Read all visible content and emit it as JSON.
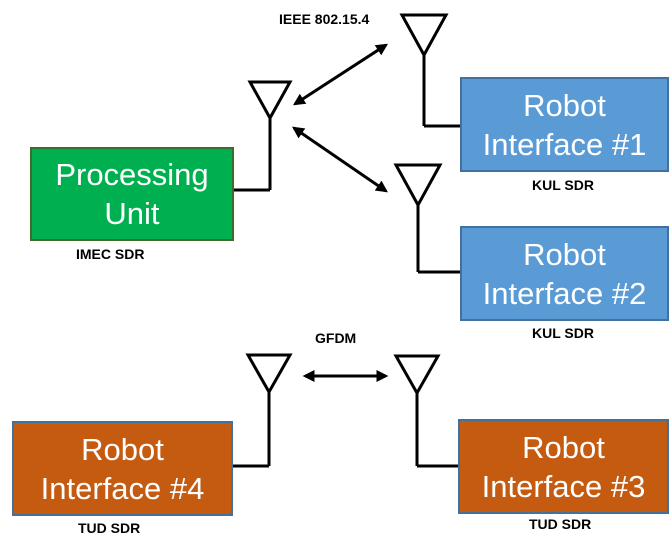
{
  "nodes": {
    "processing_unit": {
      "line1": "Processing",
      "line2": "Unit",
      "sdr": "IMEC SDR",
      "color": "#00b050"
    },
    "robot1": {
      "line1": "Robot",
      "line2": "Interface #1",
      "sdr": "KUL SDR",
      "color": "#5b9bd5"
    },
    "robot2": {
      "line1": "Robot",
      "line2": "Interface #2",
      "sdr": "KUL SDR",
      "color": "#5b9bd5"
    },
    "robot3": {
      "line1": "Robot",
      "line2": "Interface #3",
      "sdr": "TUD SDR",
      "color": "#c55a11"
    },
    "robot4": {
      "line1": "Robot",
      "line2": "Interface #4",
      "sdr": "TUD SDR",
      "color": "#c55a11"
    }
  },
  "links": {
    "ieee": "IEEE 802.15.4",
    "gfdm": "GFDM"
  },
  "icons": [
    "antenna-icon",
    "double-arrow-icon"
  ]
}
